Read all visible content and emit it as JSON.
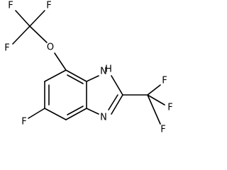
{
  "molecule": {
    "atoms": {
      "f_top_left": "F",
      "f_top_right": "F",
      "f_upper_left": "F",
      "o_ether": "O",
      "nh": "H",
      "n_h": "N",
      "f_right_top": "F",
      "f_right_mid": "F",
      "f_right_bottom": "F",
      "n_imine": "N",
      "f_ring": "F"
    }
  }
}
